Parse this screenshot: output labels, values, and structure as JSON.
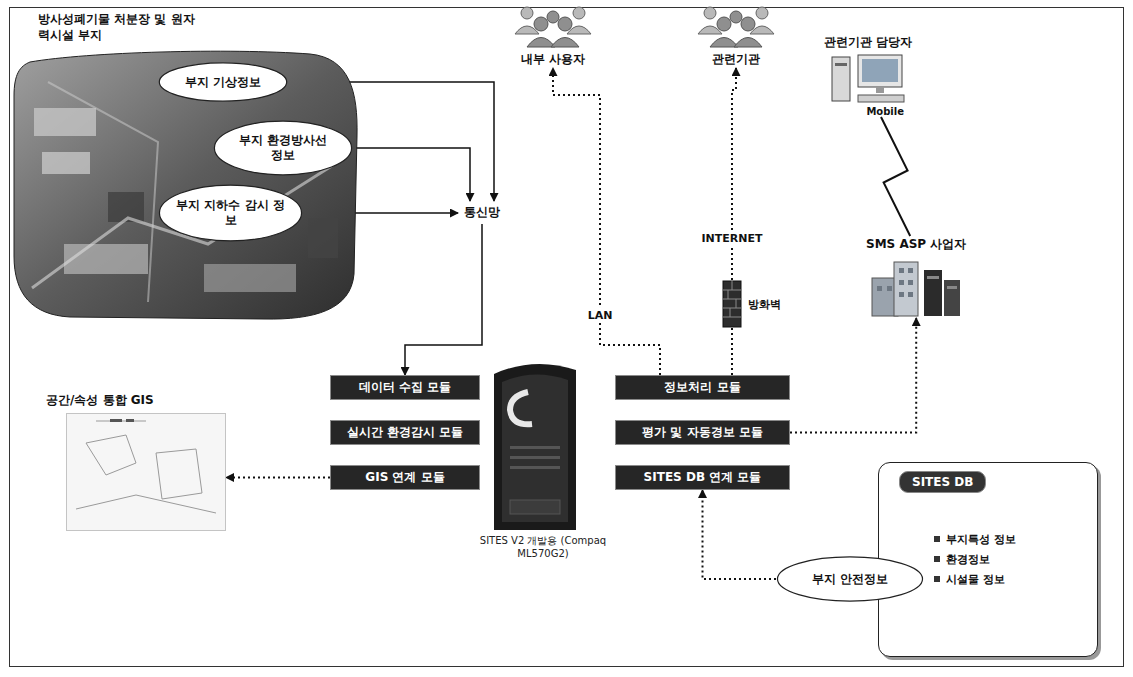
{
  "diagram": {
    "nodes": [
      {
        "text": [
          "방사성폐기물 처분장 및 원자력시설 부지"
        ]
      },
      {
        "text": [
          "부지 기상정보"
        ],
        "in": 0
      },
      {
        "text": [
          "부지 환경방사선 정보"
        ],
        "in": 0
      },
      {
        "text": [
          "부지 지하수 감시 정보"
        ],
        "in": 0
      },
      {
        "text": [
          "내부 사용자"
        ]
      },
      {
        "text": [
          "관련기관"
        ]
      },
      {
        "text": [
          "관련기관 담당자",
          "Mobile"
        ]
      },
      {
        "text": [
          "통신망"
        ]
      },
      {
        "text": [
          "방화벽"
        ]
      },
      {
        "text": [
          "SMS ASP 사업자"
        ]
      },
      {
        "text": [
          "공간/속성 통합 GIS"
        ]
      },
      {
        "text": [
          "데이터 수집 모듈"
        ]
      },
      {
        "text": [
          "실시간 환경감시 모듈"
        ]
      },
      {
        "text": [
          "GIS 연계 모듈"
        ]
      },
      {
        "text": [
          "정보처리 모듈"
        ]
      },
      {
        "text": [
          "평가 및 자동경보 모듈"
        ]
      },
      {
        "text": [
          "SITES DB 연계 모듈"
        ]
      },
      {
        "text": [
          "SITES DB",
          "부지특성 정보",
          "환경정보",
          "시설물 정보"
        ]
      },
      {
        "text": [
          "부지 안전정보"
        ]
      }
    ],
    "edges": [
      {
        "from": 1,
        "to": 7,
        "arrow": "to"
      },
      {
        "from": 2,
        "to": 7,
        "arrow": "to"
      },
      {
        "from": 3,
        "to": 7,
        "arrow": "to"
      },
      {
        "from": 7,
        "to": 11,
        "arrow": "to"
      },
      {
        "from": 13,
        "to": 10,
        "arrow": "to"
      },
      {
        "from": 14,
        "to": 4,
        "label": "LAN",
        "arrow": "to"
      },
      {
        "from": 14,
        "to": 8,
        "arrow": "none"
      },
      {
        "from": 8,
        "to": 5,
        "label": "INTERNET",
        "arrow": "to"
      },
      {
        "from": 15,
        "to": 9,
        "arrow": "to"
      },
      {
        "from": 9,
        "to": 6,
        "arrow": "none"
      },
      {
        "from": 18,
        "to": 16,
        "arrow": "to"
      }
    ],
    "labels": [
      "SITES V2 개발용 (Compaq ML570G2)"
    ]
  }
}
